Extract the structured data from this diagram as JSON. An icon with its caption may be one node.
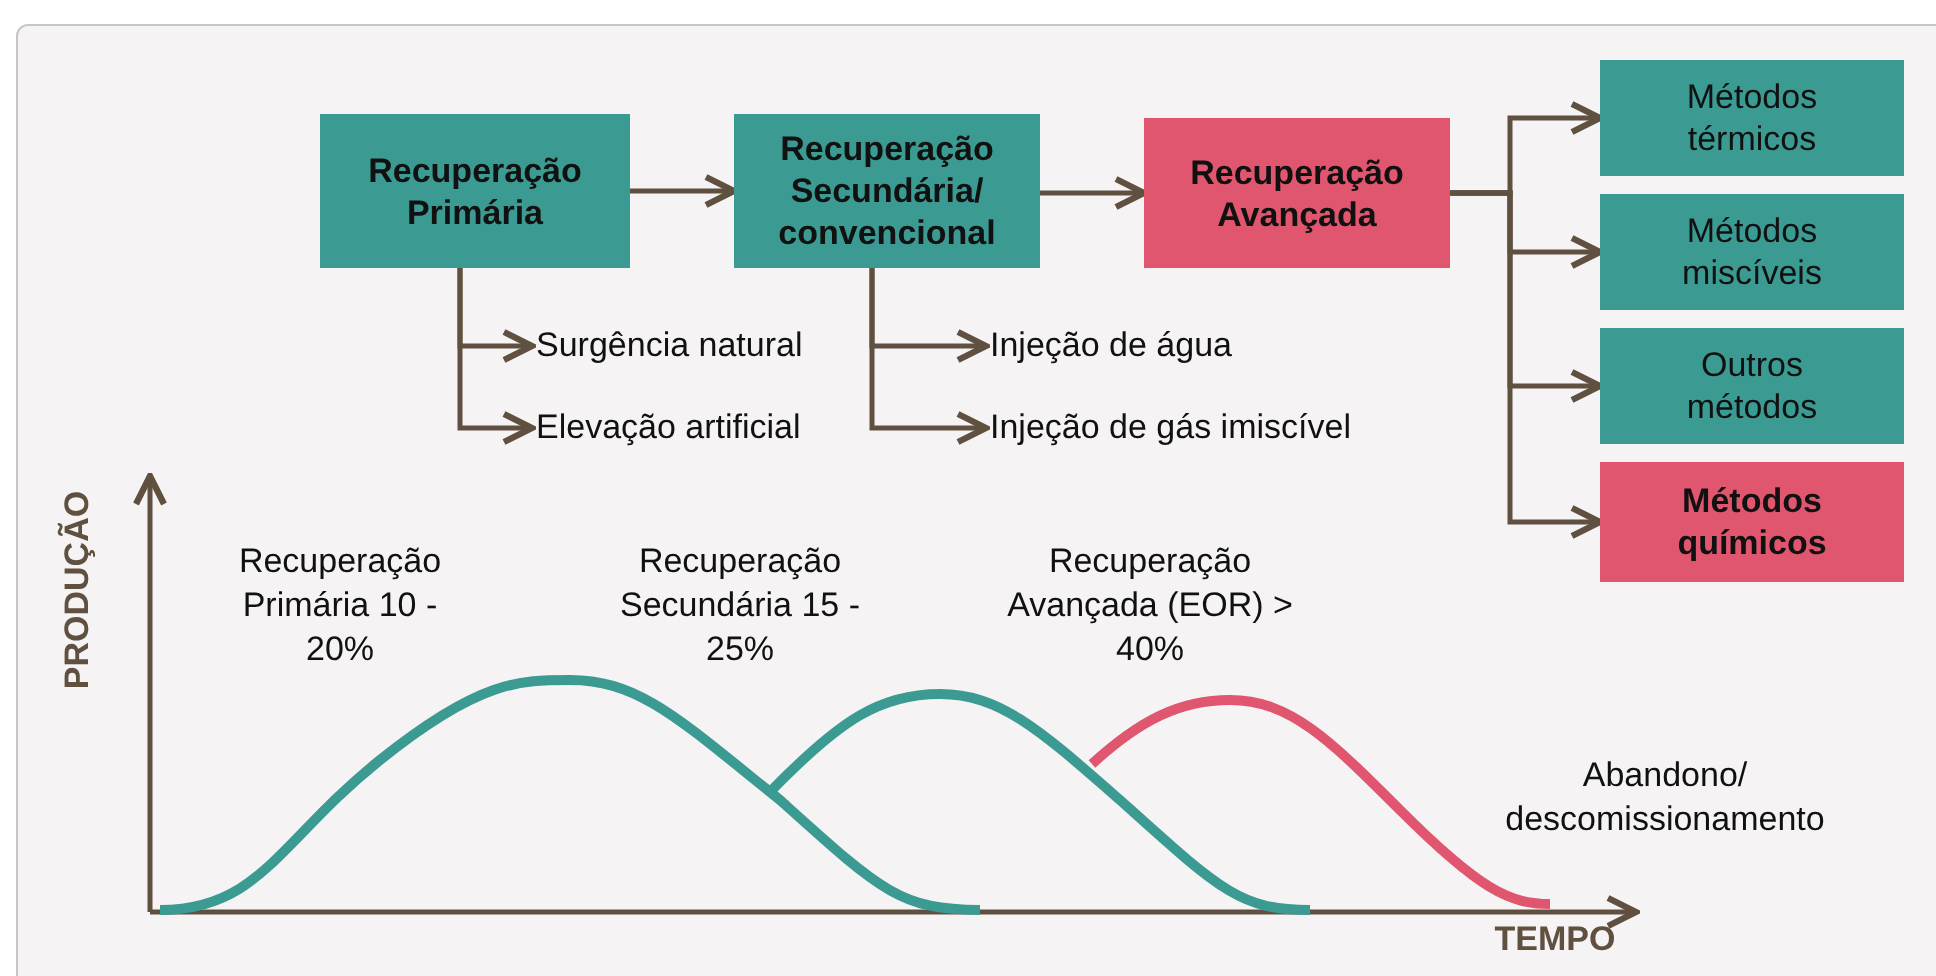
{
  "diagram": {
    "nodes": [
      {
        "text": [
          "Recuperação Primária"
        ]
      },
      {
        "text": [
          "Recuperação Secundária/ convencional"
        ]
      },
      {
        "text": [
          "Recuperação Avançada"
        ]
      },
      {
        "text": [
          "Surgência natural"
        ]
      },
      {
        "text": [
          "Elevação artificial"
        ]
      },
      {
        "text": [
          "Injeção de água"
        ]
      },
      {
        "text": [
          "Injeção de gás imiscível"
        ]
      },
      {
        "text": [
          "Métodos térmicos"
        ]
      },
      {
        "text": [
          "Métodos miscíveis"
        ]
      },
      {
        "text": [
          "Outros métodos"
        ]
      },
      {
        "text": [
          "Métodos químicos"
        ]
      }
    ],
    "edges": [
      {
        "from": 0,
        "to": 1,
        "arrow": "to"
      },
      {
        "from": 1,
        "to": 2,
        "arrow": "to"
      },
      {
        "from": 0,
        "to": 3,
        "arrow": "to"
      },
      {
        "from": 0,
        "to": 4,
        "arrow": "to"
      },
      {
        "from": 1,
        "to": 5,
        "arrow": "to"
      },
      {
        "from": 1,
        "to": 6,
        "arrow": "to"
      },
      {
        "from": 2,
        "to": 7,
        "arrow": "to"
      },
      {
        "from": 2,
        "to": 8,
        "arrow": "to"
      },
      {
        "from": 2,
        "to": 9,
        "arrow": "to"
      },
      {
        "from": 2,
        "to": 10,
        "arrow": "to"
      }
    ],
    "labels": [
      "PRODUÇÃO",
      "Recuperação Primária 10 - 20%",
      "Recuperação Secundária 15 - 25%",
      "Recuperação Avançada (EOR) > 40%",
      "Abandono/ descomissionamento",
      "TEMPO"
    ]
  }
}
